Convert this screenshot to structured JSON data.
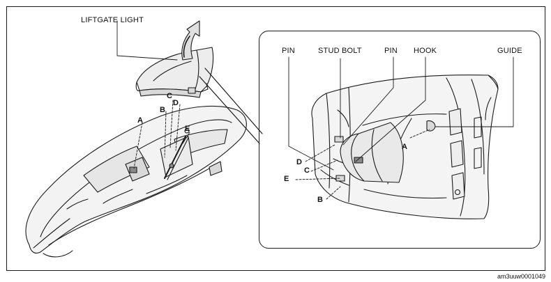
{
  "labels": {
    "liftgate_light": "LIFTGATE LIGHT",
    "pin_left": "PIN",
    "stud_bolt": "STUD BOLT",
    "pin_right": "PIN",
    "hook": "HOOK",
    "guide": "GUIDE"
  },
  "letters": {
    "left_a": "A",
    "left_b": "B",
    "left_c": "C",
    "left_d": "D",
    "left_e": "E",
    "right_a": "A",
    "right_b": "B",
    "right_c": "C",
    "right_d": "D",
    "right_e": "E"
  },
  "doc_id": "am3uuw0001049",
  "colors": {
    "line": "#1a1a1a",
    "shade": "#d9d9d9",
    "dark": "#8a8a8a"
  },
  "icons": {
    "removal_arrow": "up-arrow-icon"
  }
}
